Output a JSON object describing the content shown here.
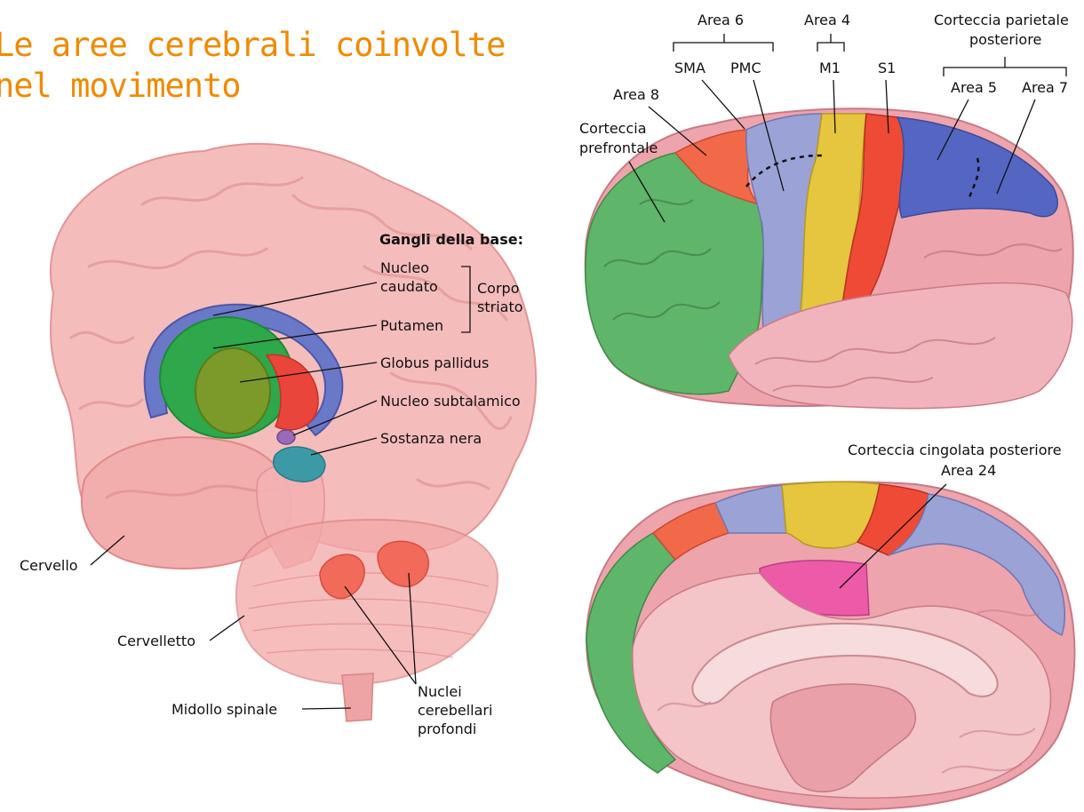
{
  "title": {
    "line1": "Le aree cerebrali coinvolte",
    "line2": "nel movimento"
  },
  "left_panel": {
    "heading": "Gangli della base:",
    "labels": {
      "nucleo_caudato_1": "Nucleo",
      "nucleo_caudato_2": "caudato",
      "putamen": "Putamen",
      "corpo_striato_1": "Corpo",
      "corpo_striato_2": "striato",
      "globus_pallidus": "Globus pallidus",
      "nucleo_subtalamico": "Nucleo subtalamico",
      "sostanza_nera": "Sostanza nera",
      "cervello": "Cervello",
      "cervelletto": "Cervelletto",
      "midollo_spinale": "Midollo spinale",
      "nuclei_1": "Nuclei",
      "nuclei_2": "cerebellari",
      "nuclei_3": "profondi"
    }
  },
  "right_panel": {
    "labels": {
      "area6": "Area 6",
      "sma": "SMA",
      "pmc": "PMC",
      "area4": "Area 4",
      "m1": "M1",
      "s1": "S1",
      "parietale_1": "Corteccia parietale",
      "parietale_2": "posteriore",
      "area5": "Area 5",
      "area7": "Area 7",
      "area8": "Area 8",
      "prefrontale_1": "Corteccia",
      "prefrontale_2": "prefrontale",
      "cingolata": "Corteccia cingolata posteriore",
      "area24": "Area 24"
    }
  },
  "colors": {
    "title": "#f08a00",
    "brain_pink": "#f4b8b8",
    "cortex_pink": "#eda4ac",
    "prefrontal_green": "#5fb56a",
    "area8_red": "#f2694a",
    "premotor_blue": "#9aa2d6",
    "m1_yellow": "#e5c63e",
    "s1_red": "#ef4a36",
    "parietal_blue": "#5466c2",
    "cingulate_magenta": "#ec5aa8",
    "caudate_blue": "#6a78c8",
    "putamen_green": "#3aa84a",
    "pallidus_olive": "#7b9a2a",
    "nigra_teal": "#3c9aa6",
    "cerebellar_nuclei": "#f26a5a"
  }
}
